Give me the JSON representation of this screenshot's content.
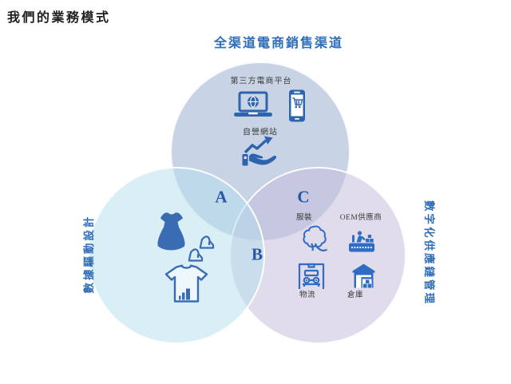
{
  "page": {
    "title": "我們的業務模式"
  },
  "venn": {
    "top": {
      "heading": "全渠道電商銷售渠道",
      "platform_label": "第三方電商平台",
      "website_label": "自營網站",
      "fill_on_white": "#c8d4e6",
      "icons": [
        "laptop-globe-icon",
        "phone-cart-icon",
        "hand-growth-arrow-icon"
      ]
    },
    "left": {
      "heading": "數據驅動設計",
      "fill_on_white": "#d9eef5",
      "icons": [
        "dress-icon",
        "high-heels-icon",
        "tshirt-bar-chart-icon"
      ]
    },
    "right": {
      "heading": "數字化供應鏈管理",
      "fill_on_white": "#e1dcec",
      "items": [
        {
          "label": "服裝",
          "icon": "cotton-icon"
        },
        {
          "label": "OEM供應商",
          "icon": "factory-conveyor-icon"
        },
        {
          "label": "物流",
          "icon": "truck-gate-icon"
        },
        {
          "label": "倉庫",
          "icon": "warehouse-icon"
        }
      ]
    },
    "intersections": {
      "top_left": "A",
      "left_right": "B",
      "top_right": "C"
    },
    "colors": {
      "accent_blue": "#2f6db9",
      "letter_blue": "#2b54a4",
      "icon_blue": "#3a6cb4",
      "icon_blue_bright": "#2f6cc4",
      "label_dark": "#3a3a3a"
    }
  }
}
